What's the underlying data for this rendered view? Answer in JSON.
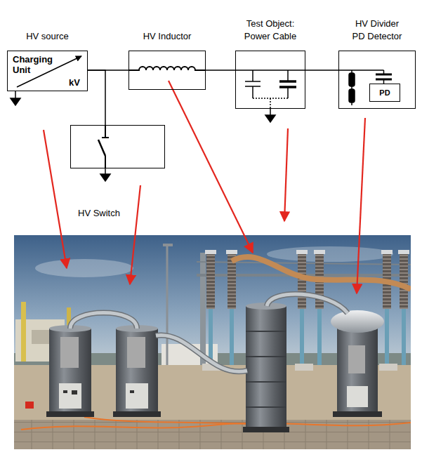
{
  "diagram": {
    "nodes": [
      {
        "text": [
          "HV source",
          "Charging Unit",
          "kV"
        ]
      },
      {
        "text": [
          "HV Inductor"
        ]
      },
      {
        "text": [
          "Test Object: Power Cable"
        ]
      },
      {
        "text": [
          "HV Divider PD Detector"
        ]
      },
      {
        "text": [
          "PD"
        ],
        "in": 3
      },
      {
        "text": [
          "HV Switch"
        ]
      }
    ],
    "edges": [
      {
        "from": 0,
        "to": 1,
        "arrow": "none"
      },
      {
        "from": 0,
        "to": 5,
        "arrow": "none"
      },
      {
        "from": 1,
        "to": 2,
        "arrow": "none"
      },
      {
        "from": 2,
        "to": 3,
        "arrow": "none"
      }
    ]
  }
}
